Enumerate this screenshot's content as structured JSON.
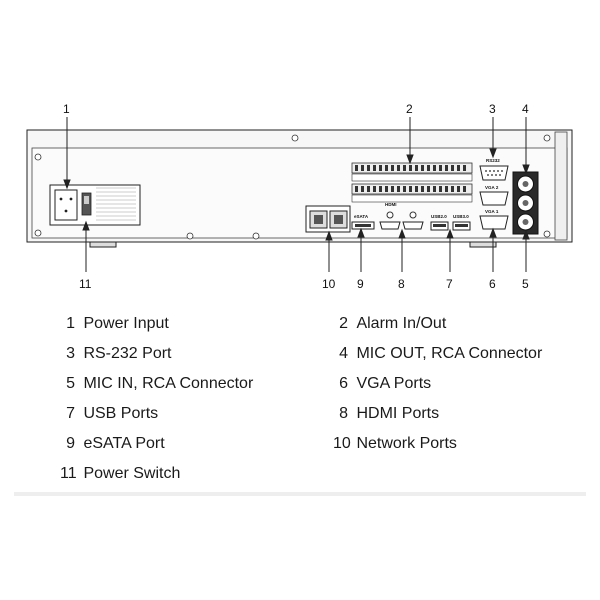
{
  "callouts": {
    "c1": "1",
    "c2": "2",
    "c3": "3",
    "c4": "4",
    "c5": "5",
    "c6": "6",
    "c7": "7",
    "c8": "8",
    "c9": "9",
    "c10": "10",
    "c11": "11"
  },
  "port_labels": {
    "rs232": "RS232",
    "vga2": "VGA 2",
    "vga1": "VGA 1",
    "hdmi_logo": "HDMI",
    "esata": "eSATA",
    "usb2": "USB2.0",
    "usb3": "USB3.0"
  },
  "legend": [
    {
      "num": "1",
      "label": "Power Input"
    },
    {
      "num": "2",
      "label": "Alarm In/Out"
    },
    {
      "num": "3",
      "label": "RS-232 Port"
    },
    {
      "num": "4",
      "label": "MIC OUT, RCA Connector"
    },
    {
      "num": "5",
      "label": "MIC IN, RCA Connector"
    },
    {
      "num": "6",
      "label": "VGA Ports"
    },
    {
      "num": "7",
      "label": "USB Ports"
    },
    {
      "num": "8",
      "label": "HDMI Ports"
    },
    {
      "num": "9",
      "label": "eSATA Port"
    },
    {
      "num": "10",
      "label": "Network Ports"
    },
    {
      "num": "11",
      "label": "Power Switch"
    }
  ],
  "colors": {
    "line": "#222222",
    "panel_fill": "#f7f7f7",
    "rca_body": "#2a2a2a"
  }
}
